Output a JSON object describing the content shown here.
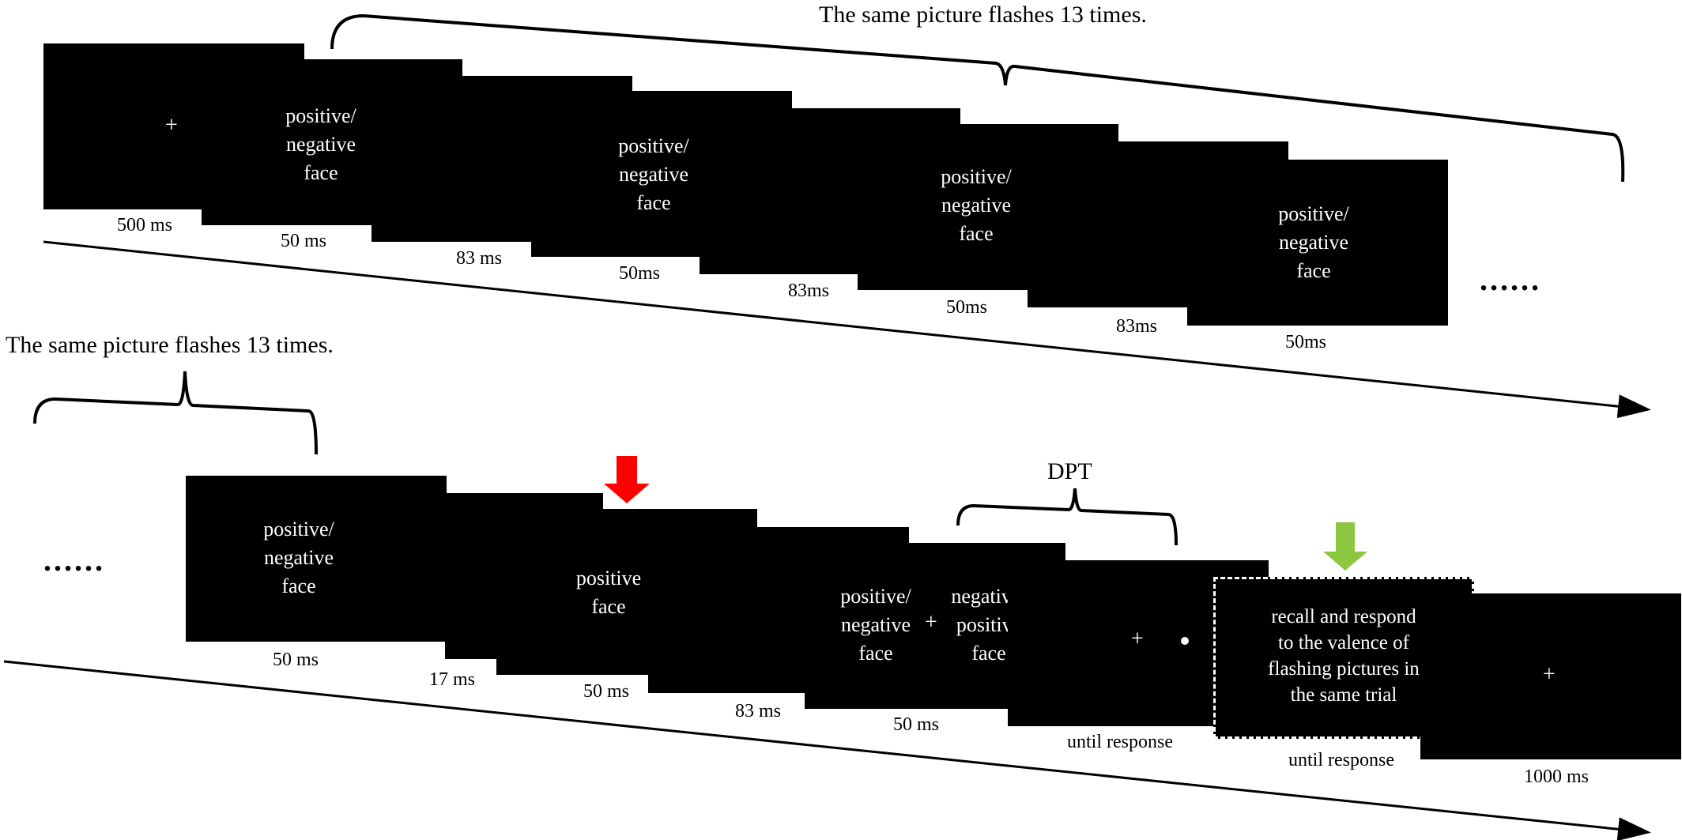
{
  "top_caption": "The same picture flashes 13 times.",
  "bottom_caption": "The same picture flashes 13 times.",
  "dpt_label": "DPT",
  "ellipsis": "......",
  "fixation": "+",
  "face_label": {
    "l1": "positive/",
    "l2": "negative",
    "l3": "face"
  },
  "positive_face": {
    "l1": "positive",
    "l2": "face"
  },
  "neg_pos_face": {
    "l1": "negative/",
    "l2": "positive",
    "l3": "face"
  },
  "recall": {
    "l1": "recall and respond",
    "l2": "to the valence of",
    "l3": "flashing pictures in",
    "l4": "the same trial"
  },
  "durations_top": [
    "500 ms",
    "50 ms",
    "83 ms",
    "50ms",
    "83ms",
    "50ms",
    "83ms",
    "50ms"
  ],
  "durations_bottom": [
    "50 ms",
    "17 ms",
    "50 ms",
    "83 ms",
    "50 ms",
    "until response",
    "until response",
    "1000  ms"
  ],
  "colors": {
    "panel": "#000000",
    "red_arrow": "#ff0000",
    "green_arrow": "#8dc63f"
  }
}
